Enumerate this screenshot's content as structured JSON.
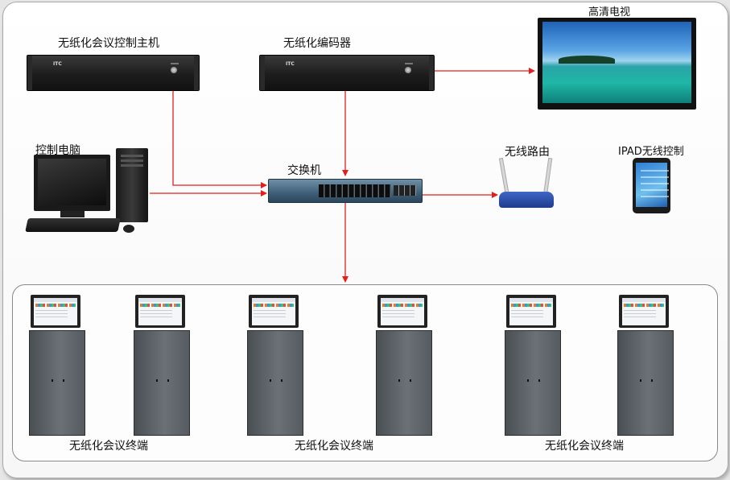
{
  "diagram": {
    "title": "无纸化会议系统拓扑图",
    "nodes": {
      "control_host": {
        "label": "无纸化会议控制主机",
        "brand": "ITC"
      },
      "encoder": {
        "label": "无纸化编码器",
        "brand": "ITC"
      },
      "hd_tv": {
        "label": "高清电视"
      },
      "control_pc": {
        "label": "控制电脑"
      },
      "switch": {
        "label": "交换机"
      },
      "router": {
        "label": "无线路由"
      },
      "ipad": {
        "label": "IPAD无线控制"
      },
      "terminal_groups": [
        {
          "label": "无纸化会议终端"
        },
        {
          "label": "无纸化会议终端"
        },
        {
          "label": "无纸化会议终端"
        }
      ]
    },
    "edges": [
      {
        "from": "control_host",
        "to": "switch"
      },
      {
        "from": "encoder",
        "to": "switch"
      },
      {
        "from": "encoder",
        "to": "hd_tv"
      },
      {
        "from": "control_pc",
        "to": "switch"
      },
      {
        "from": "switch",
        "to": "router"
      },
      {
        "from": "switch",
        "to": "terminal_groups"
      }
    ],
    "colors": {
      "connector": "#e21f1f",
      "panel_border": "#8a8a8a"
    }
  }
}
